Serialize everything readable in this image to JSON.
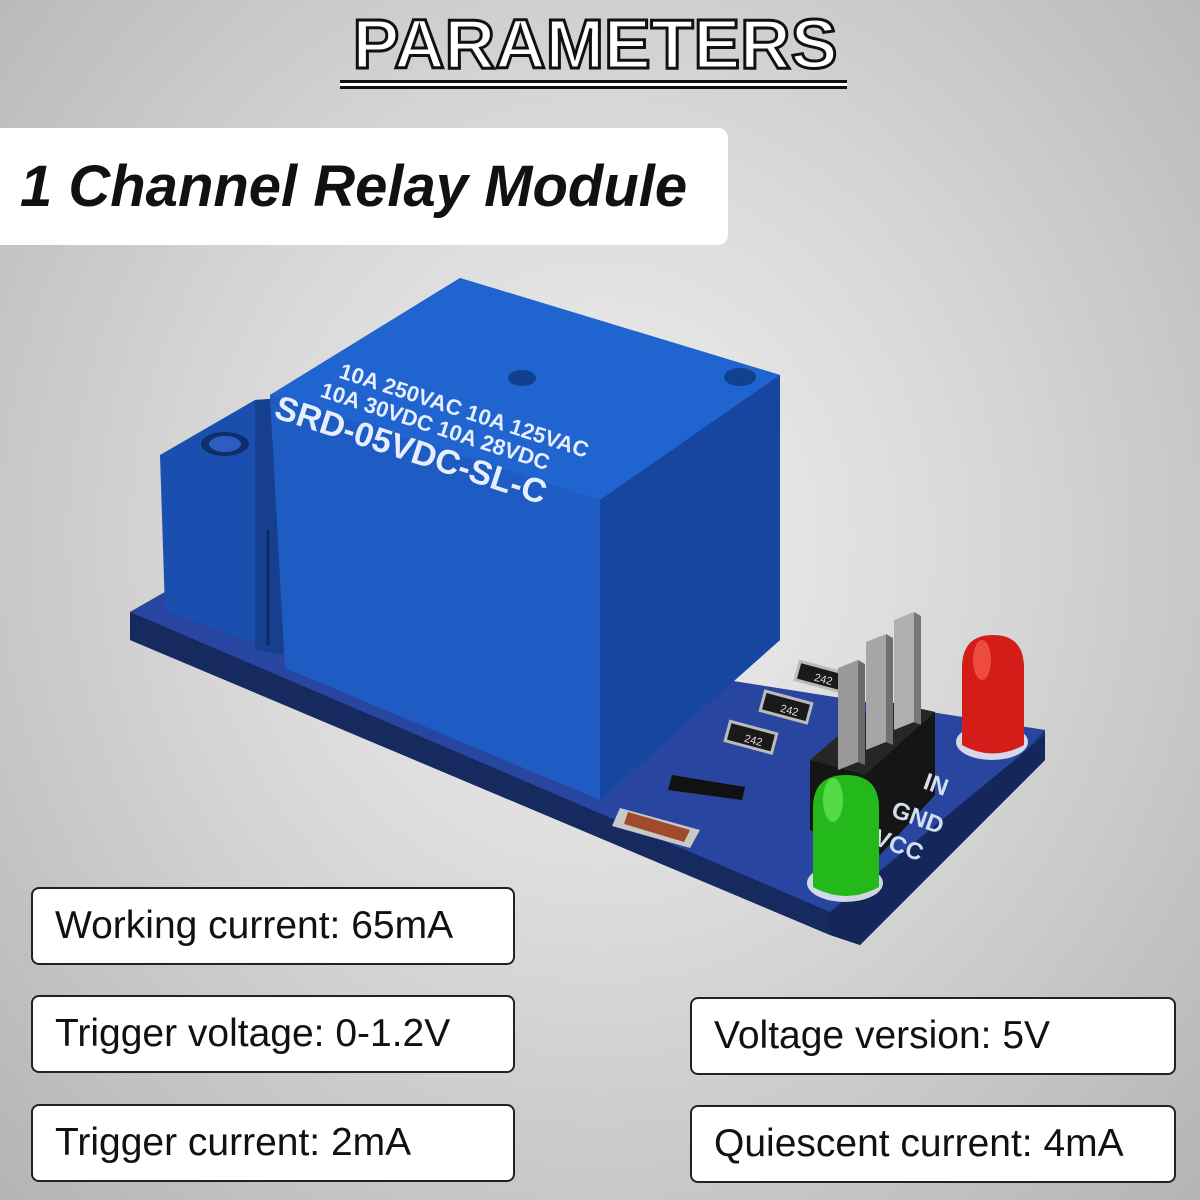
{
  "header": {
    "title": "PARAMETERS",
    "subtitle": "1 Channel Relay Module"
  },
  "relay_labels": {
    "line1": "10A 250VAC 10A 125VAC",
    "line2": "10A 30VDC 10A 28VDC",
    "model": "SRD-05VDC-SL-C"
  },
  "resistor_label": "242",
  "pin_labels": {
    "in": "IN",
    "gnd": "GND",
    "vcc": "VCC"
  },
  "specs": {
    "working_current": "Working current: 65mA",
    "trigger_voltage": "Trigger voltage: 0-1.2V",
    "trigger_current": "Trigger current: 2mA",
    "voltage_version": "Voltage version: 5V",
    "quiescent_current": "Quiescent current: 4mA"
  },
  "colors": {
    "relay_blue": "#1f5fc4",
    "pcb_blue": "#223f8f",
    "led_red": "#e0201c",
    "led_green": "#27c21d"
  }
}
